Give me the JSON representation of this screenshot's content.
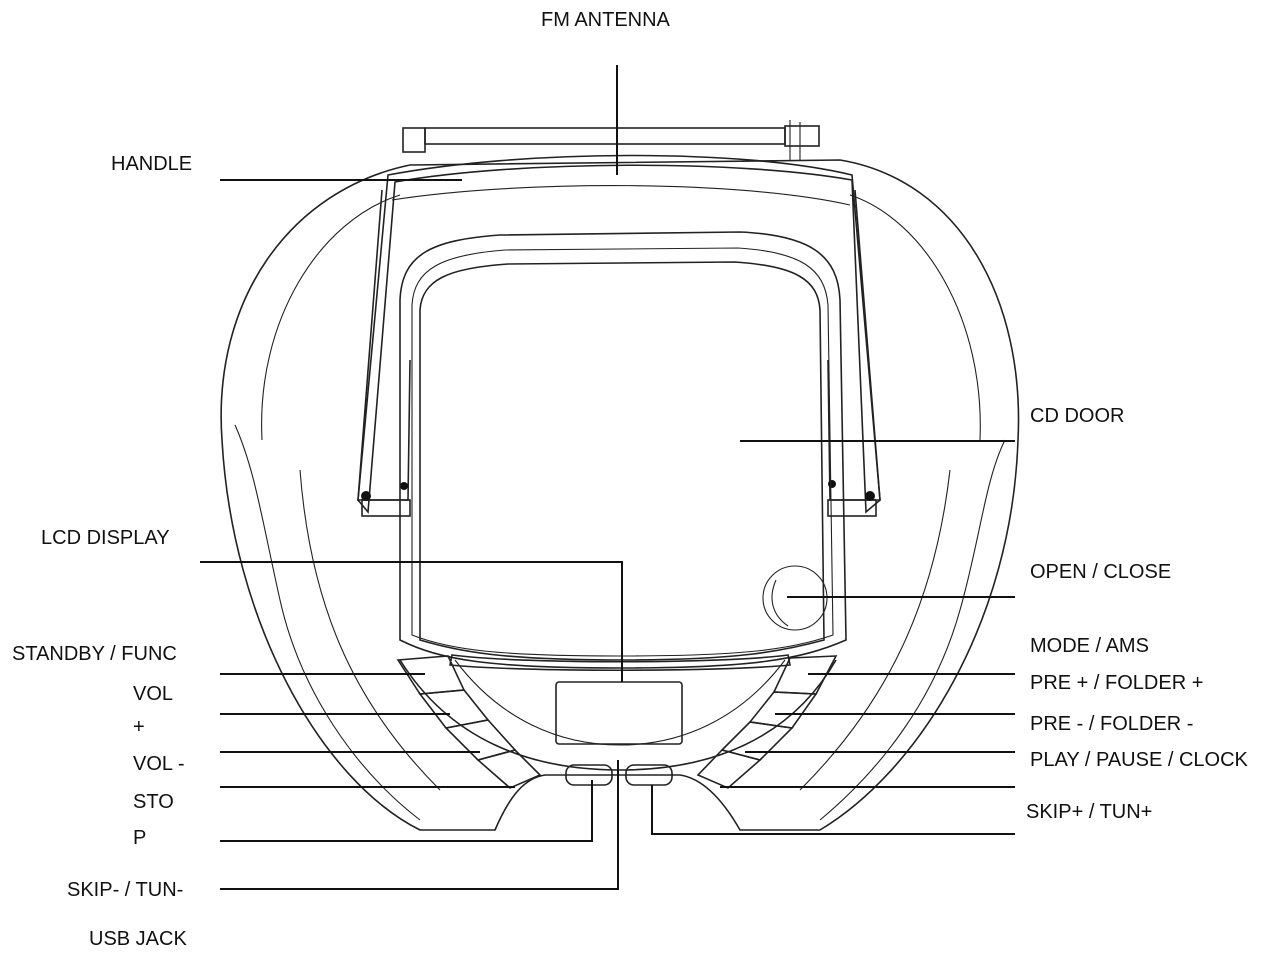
{
  "diagram": {
    "labels": {
      "fm_antenna": "FM ANTENNA",
      "handle": "HANDLE",
      "cd_door": "CD DOOR",
      "lcd_display": "LCD DISPLAY",
      "open_close": "OPEN / CLOSE",
      "standby_func": "STANDBY / FUNC",
      "mode_ams": "MODE / AMS",
      "vol_plus_a": "VOL",
      "vol_plus_b": "+",
      "pre_plus_folder_plus": "PRE + / FOLDER +",
      "pre_minus_folder_minus": "PRE - / FOLDER -",
      "vol_minus": "VOL -",
      "play_pause_clock": "PLAY / PAUSE / CLOCK",
      "stop_a": "STO",
      "stop_b": "P",
      "skip_plus_tun_plus": "SKIP+ / TUN+",
      "skip_minus_tun_minus": "SKIP- / TUN-",
      "usb_jack": "USB JACK"
    }
  }
}
